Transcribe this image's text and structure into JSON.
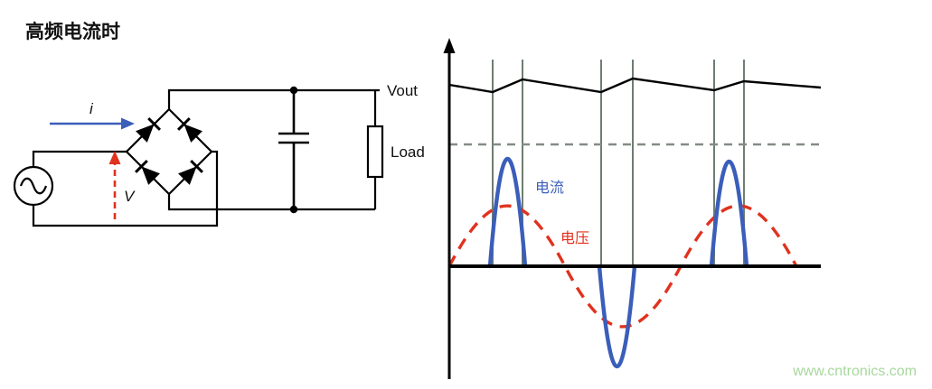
{
  "title": "高频电流时",
  "circuit": {
    "current_arrow_label": "i",
    "voltage_arrow_label": "V",
    "vout_label": "Vout",
    "load_label": "Load"
  },
  "plot": {
    "current_label": "电流",
    "voltage_label": "电压"
  },
  "watermark": "www.cntronics.com",
  "colors": {
    "current_blue": "#3a5eb9",
    "voltage_red": "#e0321e",
    "conduction_guide_gray": "#6f7d72",
    "average_dash_gray": "#838c84",
    "watermark_green": "#a8d79e",
    "wire_black": "#000000"
  },
  "chart_data": {
    "type": "line",
    "title": "",
    "xlabel": "",
    "ylabel": "",
    "axes": {
      "x_ticks": [],
      "y_ticks": [],
      "zero_baseline": true,
      "y_axis_arrow": true
    },
    "series": [
      {
        "id": "output_voltage_ripple",
        "name": "",
        "color": "#000000",
        "style": "solid",
        "description": "near-constant DC level with small ripple; decays between conduction intervals and recharges at each pair of vertical guide lines"
      },
      {
        "id": "current",
        "name": "电流",
        "color": "#3a5eb9",
        "style": "solid",
        "pulses": [
          {
            "polarity": "positive",
            "center": 0.155,
            "peak_rel": 0.78
          },
          {
            "polarity": "negative",
            "center": 0.45,
            "peak_rel": -0.74
          },
          {
            "polarity": "positive",
            "center": 0.75,
            "peak_rel": 0.77
          }
        ],
        "description": "narrow tall pulses only near AC voltage peaks"
      },
      {
        "id": "voltage",
        "name": "电压",
        "color": "#e0321e",
        "style": "dashed",
        "cycles_shown": 1.5,
        "amplitude_rel": 0.45,
        "description": "AC sinusoid, dashed red"
      }
    ],
    "guides": {
      "vertical_conduction_lines": 6,
      "horizontal_dashed_average_line": true
    },
    "legend_position": "inline-annotations"
  }
}
